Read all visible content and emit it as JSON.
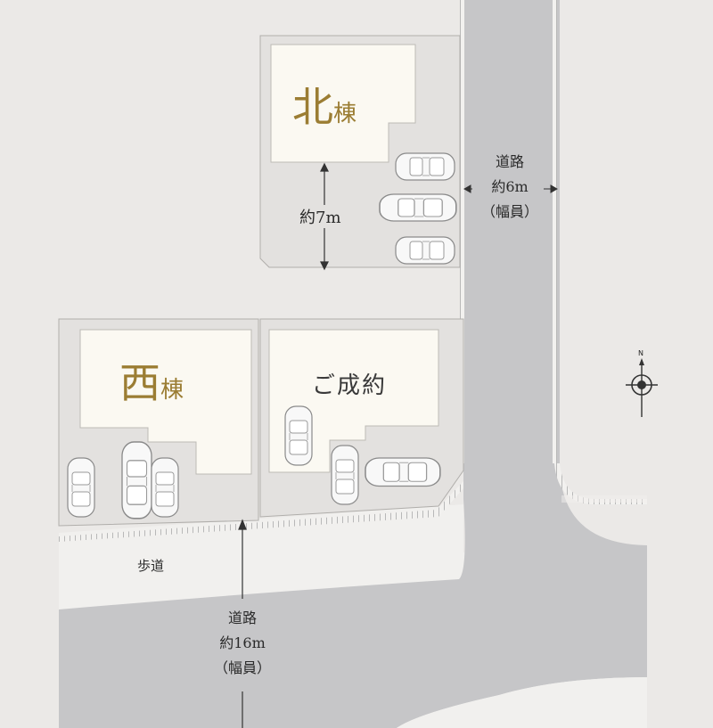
{
  "buildings": {
    "north": {
      "big": "北",
      "small": "棟"
    },
    "west": {
      "big": "西",
      "small": "棟"
    },
    "reserved": "ご成約"
  },
  "dimensions": {
    "lot_depth": "約7m"
  },
  "roads": {
    "east": {
      "line1": "道路",
      "line2": "約6m",
      "line3": "（幅員）"
    },
    "south": {
      "line1": "道路",
      "line2": "約16m",
      "line3": "（幅員）"
    }
  },
  "sidewalk": "歩道",
  "compass": {
    "north_label": "N"
  },
  "colors": {
    "background": "#ebe9e7",
    "lot": "#e3e1df",
    "building": "#fbf9f2",
    "road": "#c6c6c8",
    "gold_text": "#9b7d33"
  }
}
